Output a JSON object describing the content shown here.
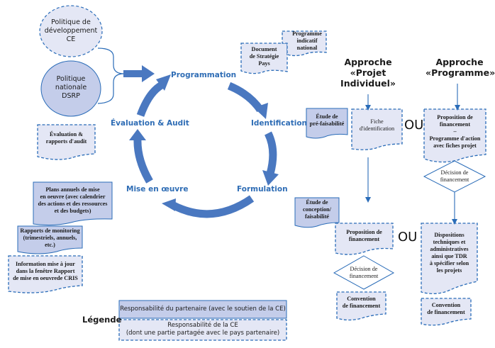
{
  "colors": {
    "accent": "#4a78c0",
    "stage_text": "#2f6db5",
    "partner_fill": "#c4cdea",
    "ce_fill": "#e4e7f5",
    "border": "#2a6cb8"
  },
  "inputs": {
    "ce_policy": "Politique de développement CE",
    "ce_policy_lines": [
      "Politique de",
      "développement",
      "CE"
    ],
    "national_policy_lines": [
      "Politique",
      "nationale",
      "DSRP"
    ]
  },
  "cycle": {
    "stages": {
      "programmation": "Programmation",
      "identification": "Identification",
      "formulation": "Formulation",
      "mise_en_oeuvre": "Mise en œuvre",
      "evaluation": "Évaluation & Audit"
    }
  },
  "documents": {
    "strategy_paper": [
      "Document",
      "de Stratégie",
      "Pays"
    ],
    "indicative_programme": [
      "Programme",
      "indicatif",
      "national"
    ],
    "evaluation_reports": [
      "Évaluation &",
      "rapports d'audit"
    ],
    "annual_plans": [
      "Plans annuels de mise",
      "en oeuvre  (avec calendrier",
      "des actions et des ressources",
      "et des budgets)"
    ],
    "monitoring_reports": [
      "Rapports de monitoring",
      "(trimestriels, annuels,",
      "etc.)"
    ],
    "cris_info": [
      "Information mise à jour",
      "dans la fenêtre Rapport",
      "de mise en oeuvrede CRIS"
    ]
  },
  "approaches": {
    "project": {
      "title": [
        "Approche",
        "«Projet",
        "Individuel»"
      ],
      "prefeasibility": [
        "Étude de",
        "pré-faisabilité"
      ],
      "identification_sheet": [
        "Fiche",
        "d'identification"
      ],
      "design_study": [
        "Étude de",
        "conception/",
        "faisabilité"
      ],
      "financing_proposal": [
        "Proposition de",
        "financement"
      ],
      "financing_decision": [
        "Décision de",
        "financement"
      ],
      "financing_agreement": [
        "Convention",
        "de financement"
      ]
    },
    "programme": {
      "title": [
        "Approche",
        "«Programme»"
      ],
      "financing_proposal": [
        "Proposition de",
        "financement",
        "–",
        "Programme d'action",
        "avec fiches projet"
      ],
      "financing_decision": [
        "Décision de",
        "financement"
      ],
      "provisions": [
        "Dispositions",
        "techniques et",
        "administratives",
        "ainsi que TDR",
        "à spécifier selon",
        "les projets"
      ],
      "financing_agreement": [
        "Convention",
        "de financement"
      ]
    },
    "or_label": "OU"
  },
  "legend": {
    "title": "Légende",
    "partner": "Responsabilité du partenaire (avec le soutien de la CE)",
    "ce_lines": [
      "Responsabilité de la CE",
      "(dont une partie partagée avec le pays partenaire)"
    ]
  }
}
